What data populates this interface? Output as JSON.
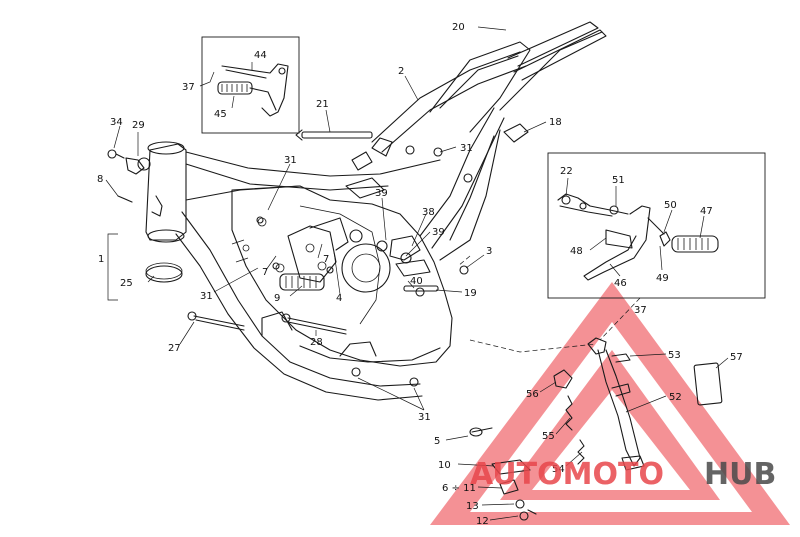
{
  "callouts": [
    {
      "id": "20",
      "text": "20"
    },
    {
      "id": "2",
      "text": "2"
    },
    {
      "id": "44",
      "text": "44"
    },
    {
      "id": "37a",
      "text": "37"
    },
    {
      "id": "45",
      "text": "45"
    },
    {
      "id": "21",
      "text": "21"
    },
    {
      "id": "18",
      "text": "18"
    },
    {
      "id": "34",
      "text": "34"
    },
    {
      "id": "29",
      "text": "29"
    },
    {
      "id": "31a",
      "text": "31"
    },
    {
      "id": "31b",
      "text": "31"
    },
    {
      "id": "8",
      "text": "8"
    },
    {
      "id": "39a",
      "text": "39"
    },
    {
      "id": "38",
      "text": "38"
    },
    {
      "id": "39b",
      "text": "39"
    },
    {
      "id": "22",
      "text": "22"
    },
    {
      "id": "51",
      "text": "51"
    },
    {
      "id": "50",
      "text": "50"
    },
    {
      "id": "47",
      "text": "47"
    },
    {
      "id": "48",
      "text": "48"
    },
    {
      "id": "49",
      "text": "49"
    },
    {
      "id": "46",
      "text": "46"
    },
    {
      "id": "37b",
      "text": "37"
    },
    {
      "id": "1",
      "text": "1"
    },
    {
      "id": "7a",
      "text": "7"
    },
    {
      "id": "7b",
      "text": "7"
    },
    {
      "id": "3",
      "text": "3"
    },
    {
      "id": "25",
      "text": "25"
    },
    {
      "id": "40",
      "text": "40"
    },
    {
      "id": "19",
      "text": "19"
    },
    {
      "id": "31c",
      "text": "31"
    },
    {
      "id": "9",
      "text": "9"
    },
    {
      "id": "4",
      "text": "4"
    },
    {
      "id": "27",
      "text": "27"
    },
    {
      "id": "28",
      "text": "28"
    },
    {
      "id": "53",
      "text": "53"
    },
    {
      "id": "57",
      "text": "57"
    },
    {
      "id": "56",
      "text": "56"
    },
    {
      "id": "52",
      "text": "52"
    },
    {
      "id": "31d",
      "text": "31"
    },
    {
      "id": "55",
      "text": "55"
    },
    {
      "id": "5",
      "text": "5"
    },
    {
      "id": "54",
      "text": "54"
    },
    {
      "id": "10",
      "text": "10"
    },
    {
      "id": "6-11",
      "text": "6 ÷ 11"
    },
    {
      "id": "13",
      "text": "13"
    },
    {
      "id": "12",
      "text": "12"
    }
  ],
  "watermark": {
    "brand_a": "AUTOMOTO",
    "brand_b": "HUB",
    "color_a": "#e8474c",
    "color_b": "#4a4a4a"
  }
}
